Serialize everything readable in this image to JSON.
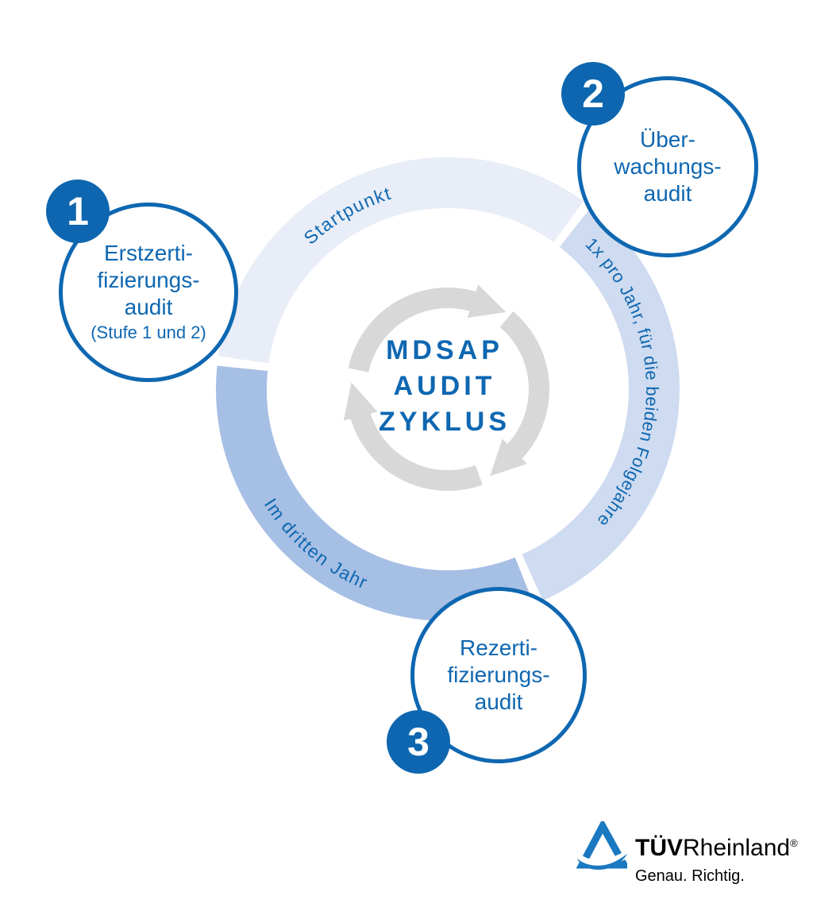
{
  "diagram": {
    "center_title": {
      "lines": [
        "MDSAP",
        "AUDIT",
        "ZYKLUS"
      ]
    },
    "ring_segments": [
      {
        "name": "startpunkt",
        "label": "Startpunkt",
        "color": "#e8edf7"
      },
      {
        "name": "folgejahre",
        "label": "1x pro Jahr, für die beiden Folgejahre",
        "color": "#cfdbf0"
      },
      {
        "name": "drittes-jahr",
        "label": "Im dritten Jahr",
        "color": "#a6bfe4"
      }
    ],
    "steps": [
      {
        "number": "1",
        "lines": [
          "Erstzerti-",
          "fizierungs-",
          "audit"
        ],
        "note": "(Stufe 1 und 2)"
      },
      {
        "number": "2",
        "lines": [
          "Über-",
          "wachungs-",
          "audit"
        ]
      },
      {
        "number": "3",
        "lines": [
          "Rezerti-",
          "fizierungs-",
          "audit"
        ]
      }
    ]
  },
  "logo": {
    "brand_bold": "TÜV",
    "brand_regular": "Rheinland",
    "registered": "®",
    "tagline": "Genau. Richtig."
  },
  "colors": {
    "brand_blue": "#0e67b1",
    "badge_blue": "#0d66af",
    "segment_light": "#e8edf7",
    "segment_medium": "#cfdbf0",
    "segment_dark": "#a6bfe4",
    "arrow_gray": "#d8d8d8",
    "logo_blue": "#1a79c0"
  }
}
